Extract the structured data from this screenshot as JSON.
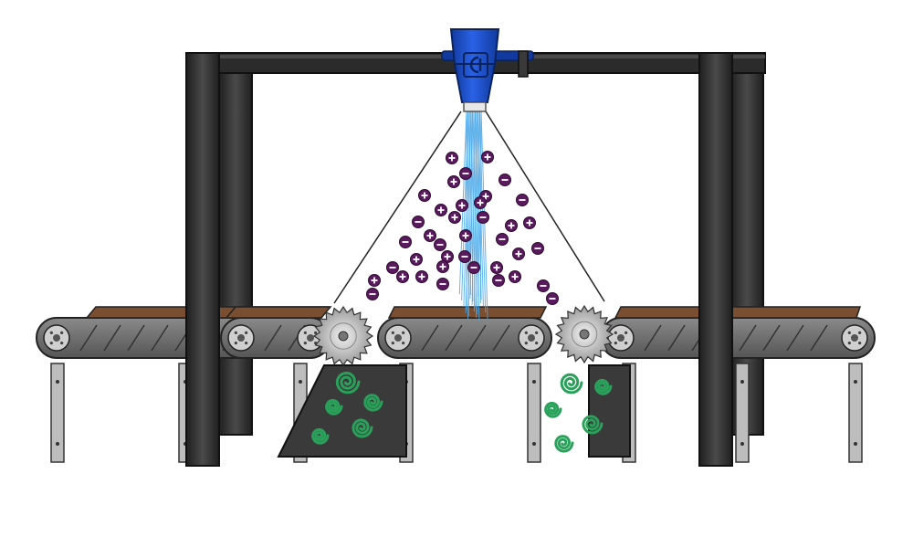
{
  "diagram": {
    "kind": "illustration",
    "subject": "ionizing-nozzle-over-conveyor-saw-line",
    "components": [
      "steel-gantry-frame",
      "ionizer-nozzle",
      "water-spray",
      "charged-ion-cloud",
      "conveyor-belts",
      "wood-boards",
      "circular-saw-blades",
      "sawdust-waste-bins",
      "static-sawdust-curls"
    ],
    "ion_symbols": {
      "positive": "+",
      "negative": "−"
    },
    "colors": {
      "frame": "#2b2b2b",
      "frame_highlight": "#555555",
      "nozzle": "#1f4fd0",
      "nozzle_dark": "#123a9e",
      "spray": "#4aa8e8",
      "ion": "#5a1a5e",
      "wood": "#7a4e30",
      "belt": "#707070",
      "leg": "#bdbdbd",
      "saw": "#d6d6d6",
      "bin": "#3a3a3a",
      "sawdust": "#2aa15a"
    },
    "icons": [
      "nozzle-icon",
      "saw-blade-icon",
      "sawdust-swirl-icon",
      "ion-icon"
    ]
  }
}
